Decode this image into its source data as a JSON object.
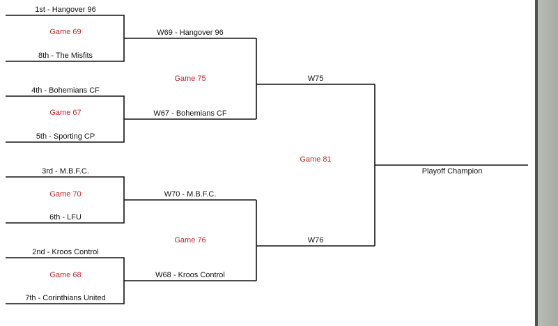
{
  "bracket": {
    "round1": [
      {
        "game": "Game 69",
        "top": "1st - Hangover 96",
        "bottom": "8th - The Misfits"
      },
      {
        "game": "Game 67",
        "top": "4th - Bohemians CF",
        "bottom": "5th - Sporting CP"
      },
      {
        "game": "Game 70",
        "top": "3rd - M.B.F.C.",
        "bottom": "6th - LFU"
      },
      {
        "game": "Game 68",
        "top": "2nd - Kroos Control",
        "bottom": "7th - Corinthians United"
      }
    ],
    "round2": [
      {
        "game": "Game 75",
        "top": "W69 - Hangover 96",
        "bottom": "W67 - Bohemians CF"
      },
      {
        "game": "Game 76",
        "top": "W70 - M.B.F.C.",
        "bottom": "W68 - Kroos Control"
      }
    ],
    "final": {
      "game": "Game 81",
      "top": "W75",
      "bottom": "W76"
    },
    "champion": "Playoff Champion"
  },
  "colors": {
    "line": "#111111",
    "game_label": "#c0282d",
    "background": "#ffffff",
    "window_edge": "#a8aba3"
  }
}
